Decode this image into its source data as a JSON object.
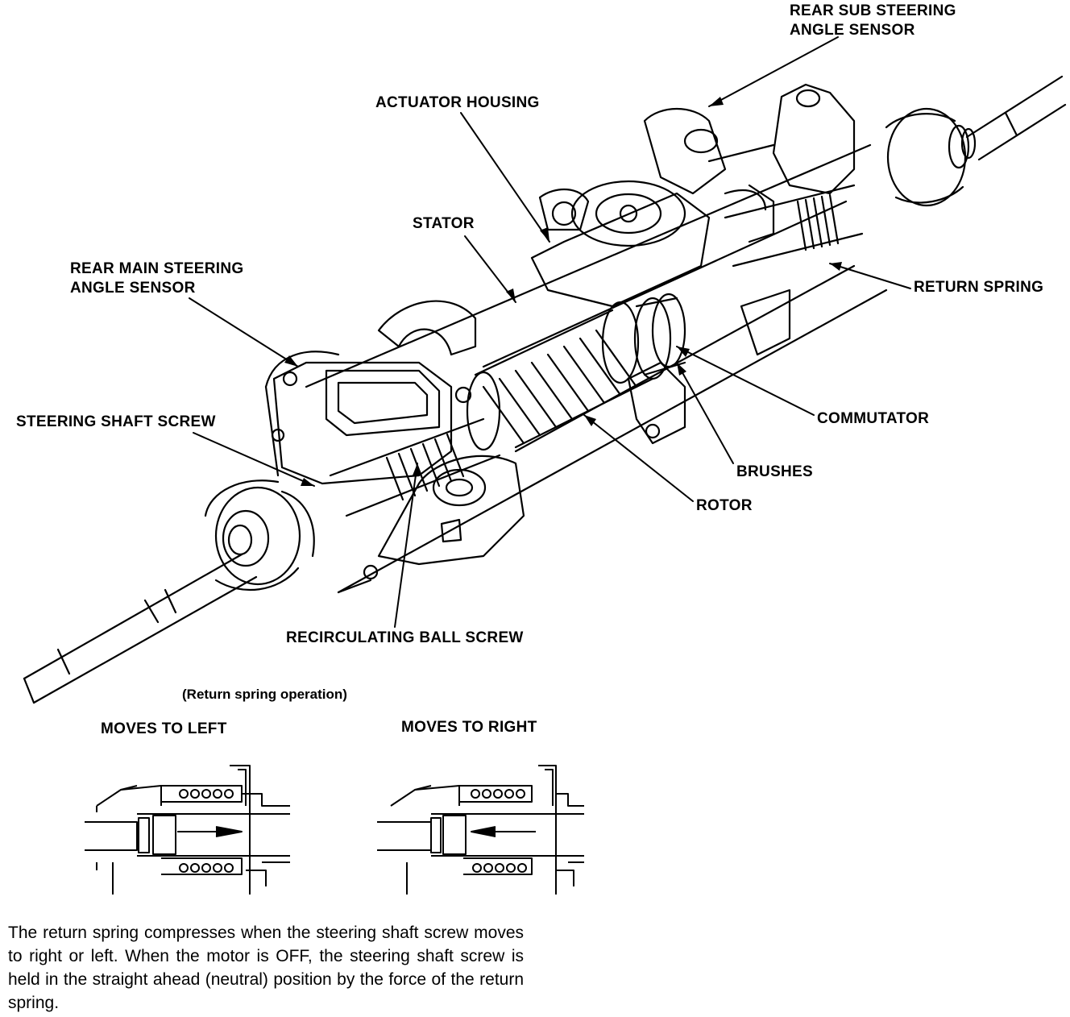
{
  "labels": {
    "rear_sub_sensor_1": "REAR SUB STEERING",
    "rear_sub_sensor_2": "ANGLE SENSOR",
    "actuator_housing": "ACTUATOR HOUSING",
    "stator": "STATOR",
    "rear_main_sensor_1": "REAR MAIN STEERING",
    "rear_main_sensor_2": "ANGLE SENSOR",
    "return_spring": "RETURN SPRING",
    "steering_shaft_screw": "STEERING SHAFT SCREW",
    "commutator": "COMMUTATOR",
    "brushes": "BRUSHES",
    "rotor": "ROTOR",
    "recirculating_ball_screw": "RECIRCULATING BALL SCREW"
  },
  "return_spring_section": {
    "caption": "(Return spring operation)",
    "left_title": "MOVES TO LEFT",
    "right_title": "MOVES TO RIGHT"
  },
  "description": "The return spring compresses when the steering shaft screw moves to right or left. When the motor is OFF, the steering shaft screw is held in the straight ahead (neutral) position by the force of the return spring."
}
